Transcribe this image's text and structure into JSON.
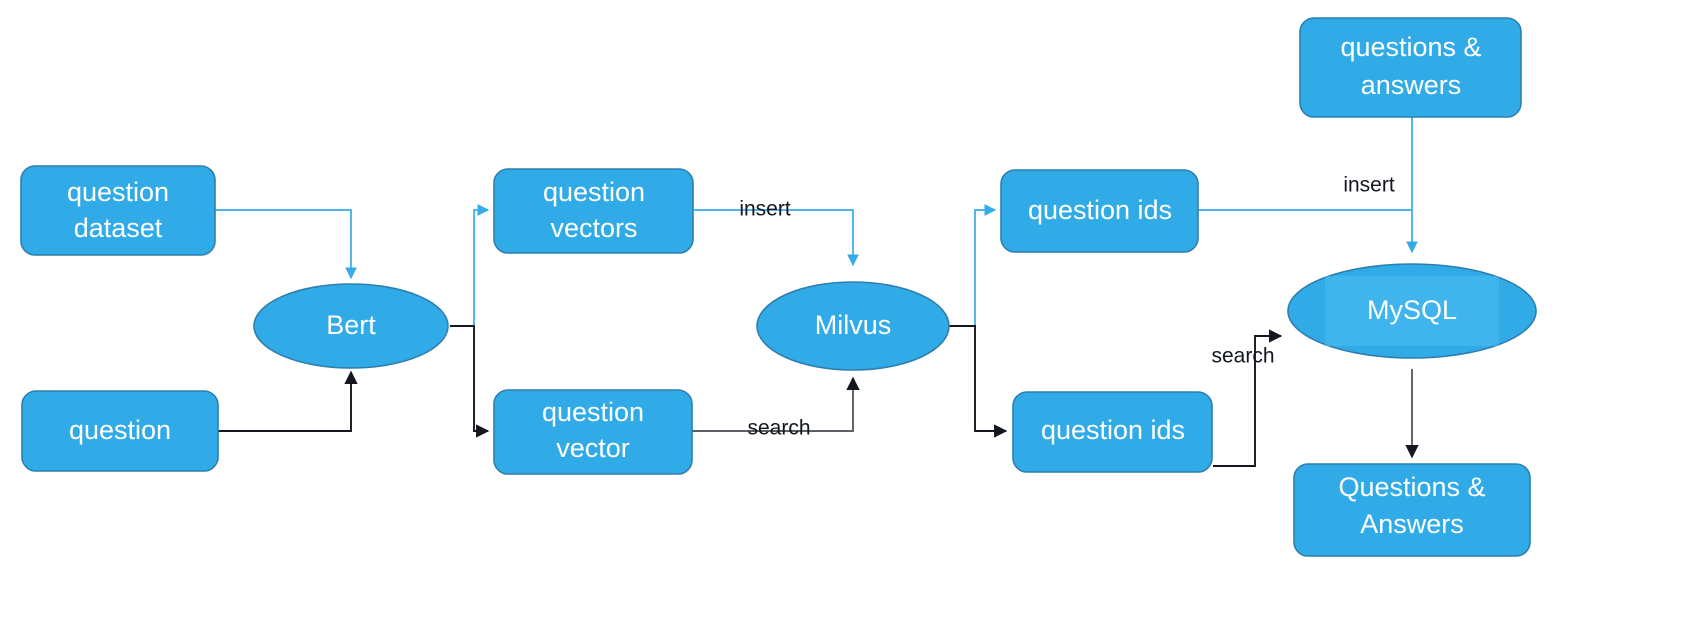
{
  "diagram": {
    "title": "Question answering system architecture",
    "colors": {
      "node_fill": "#31ABE8",
      "node_stroke": "#2E7FAE",
      "node_text": "#FFFFFF",
      "edge_blue": "#35ACE9",
      "edge_dark": "#14171F",
      "edge_gray": "#5B5F66",
      "background": "#FFFFFF",
      "highlight": "#4DBDF0"
    },
    "nodes": [
      {
        "id": "question-dataset",
        "shape": "rounded-rect",
        "lines": [
          "question",
          "dataset"
        ]
      },
      {
        "id": "question",
        "shape": "rounded-rect",
        "lines": [
          "question"
        ]
      },
      {
        "id": "bert",
        "shape": "ellipse",
        "lines": [
          "Bert"
        ]
      },
      {
        "id": "question-vectors",
        "shape": "rounded-rect",
        "lines": [
          "question",
          "vectors"
        ]
      },
      {
        "id": "question-vector",
        "shape": "rounded-rect",
        "lines": [
          "question",
          "vector"
        ]
      },
      {
        "id": "milvus",
        "shape": "ellipse",
        "lines": [
          "Milvus"
        ]
      },
      {
        "id": "question-ids-top",
        "shape": "rounded-rect",
        "lines": [
          "question ids"
        ]
      },
      {
        "id": "question-ids-bottom",
        "shape": "rounded-rect",
        "lines": [
          "question ids"
        ]
      },
      {
        "id": "questions-answers-input",
        "shape": "rounded-rect",
        "lines": [
          "questions &",
          "answers"
        ]
      },
      {
        "id": "mysql",
        "shape": "ellipse",
        "lines": [
          "MySQL"
        ]
      },
      {
        "id": "questions-answers-output",
        "shape": "rounded-rect",
        "lines": [
          "Questions &",
          "Answers"
        ]
      }
    ],
    "edges": [
      {
        "id": "dataset-to-bert",
        "from": "question-dataset",
        "to": "bert",
        "color": "blue",
        "label": ""
      },
      {
        "id": "question-to-bert",
        "from": "question",
        "to": "bert",
        "color": "dark",
        "label": ""
      },
      {
        "id": "bert-to-question-vectors",
        "from": "bert",
        "to": "question-vectors",
        "color": "blue",
        "label": ""
      },
      {
        "id": "bert-to-question-vector",
        "from": "bert",
        "to": "question-vector",
        "color": "dark",
        "label": ""
      },
      {
        "id": "question-vectors-to-milvus",
        "from": "question-vectors",
        "to": "milvus",
        "color": "blue",
        "label": "insert"
      },
      {
        "id": "question-vector-to-milvus",
        "from": "question-vector",
        "to": "milvus",
        "color": "gray",
        "label": "search"
      },
      {
        "id": "milvus-to-question-ids-top",
        "from": "milvus",
        "to": "question-ids-top",
        "color": "blue",
        "label": ""
      },
      {
        "id": "milvus-to-question-ids-bottom",
        "from": "milvus",
        "to": "question-ids-bottom",
        "color": "dark",
        "label": ""
      },
      {
        "id": "question-ids-top-to-mysql",
        "from": "question-ids-top",
        "to": "mysql",
        "color": "blue",
        "label": "insert"
      },
      {
        "id": "qa-input-to-mysql",
        "from": "questions-answers-input",
        "to": "mysql",
        "color": "blue",
        "label": "insert"
      },
      {
        "id": "question-ids-bottom-to-mysql",
        "from": "question-ids-bottom",
        "to": "mysql",
        "color": "dark",
        "label": "search"
      },
      {
        "id": "mysql-to-qa-output",
        "from": "mysql",
        "to": "questions-answers-output",
        "color": "gray",
        "label": ""
      }
    ],
    "labels": {
      "question_dataset_l1": "question",
      "question_dataset_l2": "dataset",
      "question": "question",
      "bert": "Bert",
      "question_vectors_l1": "question",
      "question_vectors_l2": "vectors",
      "question_vector_l1": "question",
      "question_vector_l2": "vector",
      "milvus": "Milvus",
      "question_ids_top": "question ids",
      "question_ids_bottom": "question ids",
      "qa_input_l1": "questions &",
      "qa_input_l2": "answers",
      "mysql": "MySQL",
      "qa_output_l1": "Questions &",
      "qa_output_l2": "Answers",
      "insert_milvus": "insert",
      "search_milvus": "search",
      "insert_mysql": "insert",
      "search_mysql": "search"
    }
  }
}
